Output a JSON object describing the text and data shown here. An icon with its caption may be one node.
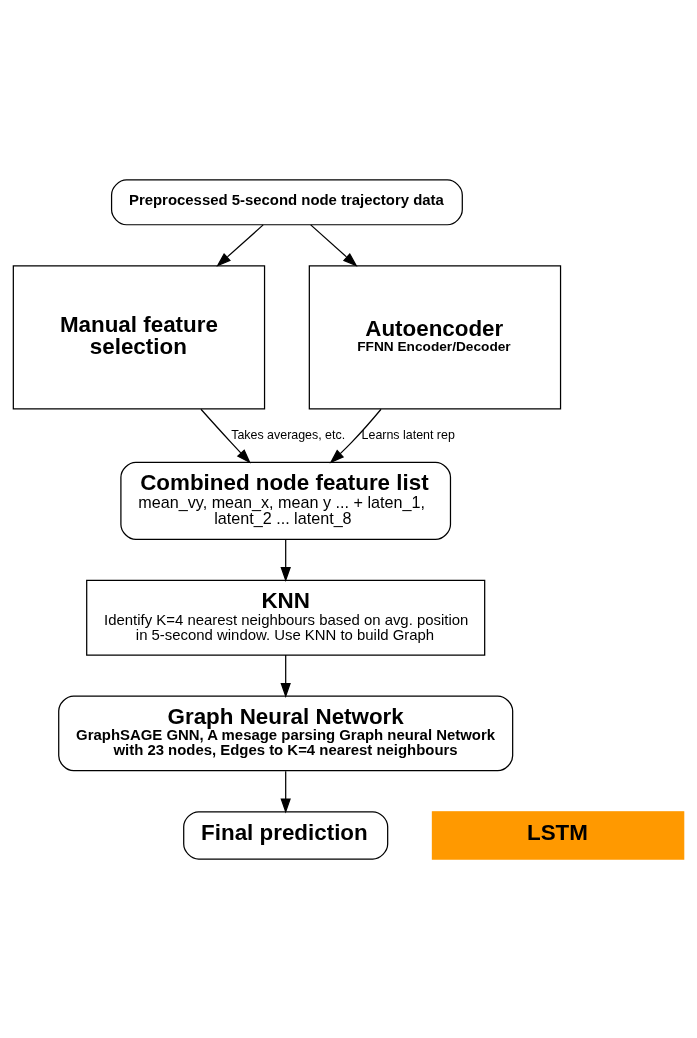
{
  "diagram": {
    "nodes": [
      {
        "text": [
          "Preprocessed 5-second node trajectory data"
        ]
      },
      {
        "text": [
          "Manual feature selection"
        ]
      },
      {
        "text": [
          "Autoencoder",
          "FFNN Encoder/Decoder"
        ]
      },
      {
        "text": [
          "Combined node feature list",
          "mean_vy, mean_x, mean y ... + laten_1, latent_2 ... latent_8"
        ]
      },
      {
        "text": [
          "KNN",
          "Identify K=4 nearest neighbours based on avg. position in 5-second window. Use KNN to build Graph"
        ]
      },
      {
        "text": [
          "Graph Neural Network",
          "GraphSAGE GNN, A mesage parsing Graph neural Network with 23 nodes, Edges to K=4 nearest neighbours"
        ]
      },
      {
        "text": [
          "LSTM"
        ]
      },
      {
        "text": [
          "Final prediction"
        ]
      }
    ],
    "edges": [
      {
        "from": 0,
        "to": 1,
        "arrow": "to"
      },
      {
        "from": 0,
        "to": 2,
        "arrow": "to"
      },
      {
        "from": 1,
        "to": 3,
        "arrow": "to",
        "label": "Takes averages, etc."
      },
      {
        "from": 2,
        "to": 3,
        "arrow": "to",
        "label": "Learns latent rep"
      },
      {
        "from": 3,
        "to": 4,
        "arrow": "to"
      },
      {
        "from": 4,
        "to": 5,
        "arrow": "to"
      },
      {
        "from": 5,
        "to": 7,
        "arrow": "to"
      }
    ]
  }
}
